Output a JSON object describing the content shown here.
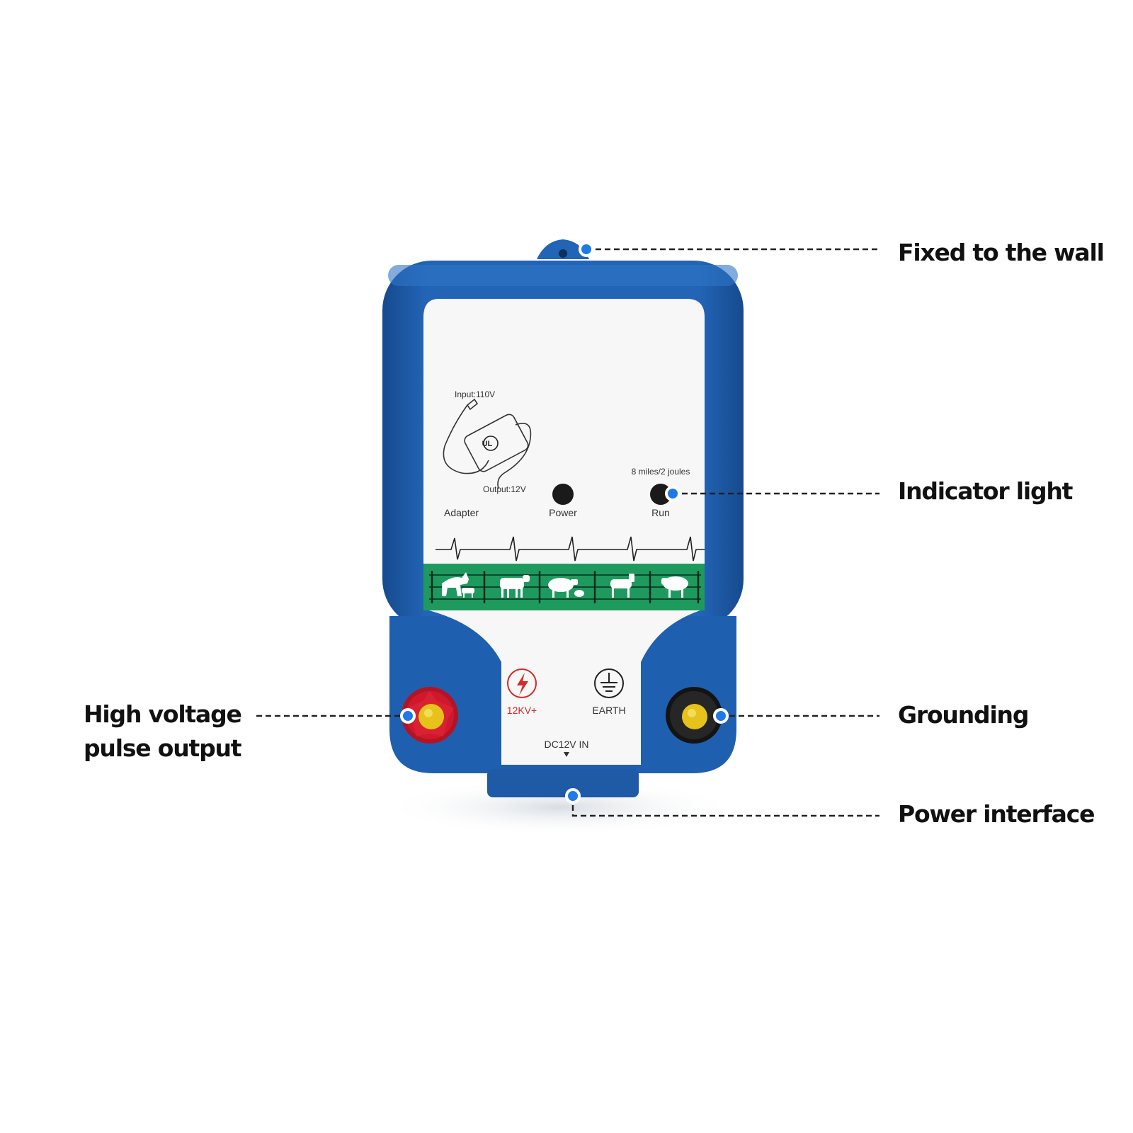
{
  "colors": {
    "housing_blue": "#1f5fb0",
    "housing_dark": "#174a8e",
    "label_green": "#1f9a5e",
    "callout_dot": "#1e7be6",
    "hv_terminal": "#d0182c",
    "ground_terminal": "#1b1b1b",
    "terminal_core": "#e6c21a"
  },
  "callouts": {
    "wall": "Fixed to the wall",
    "indicator": "Indicator light",
    "hv_line1": "High voltage",
    "hv_line2": "pulse output",
    "grounding": "Grounding",
    "power": "Power interface"
  },
  "panel": {
    "input": "Input:110V",
    "output": "Output:12V",
    "adapter": "Adapter",
    "ul": "UL",
    "power_label": "Power",
    "spec": "8 miles/2 joules",
    "run_label": "Run",
    "hv_label": "12KV+",
    "earth_label": "EARTH",
    "dc_label": "DC12V IN",
    "animals": [
      "horse-foal",
      "cow",
      "pig-piglet",
      "goat",
      "sheep"
    ]
  }
}
